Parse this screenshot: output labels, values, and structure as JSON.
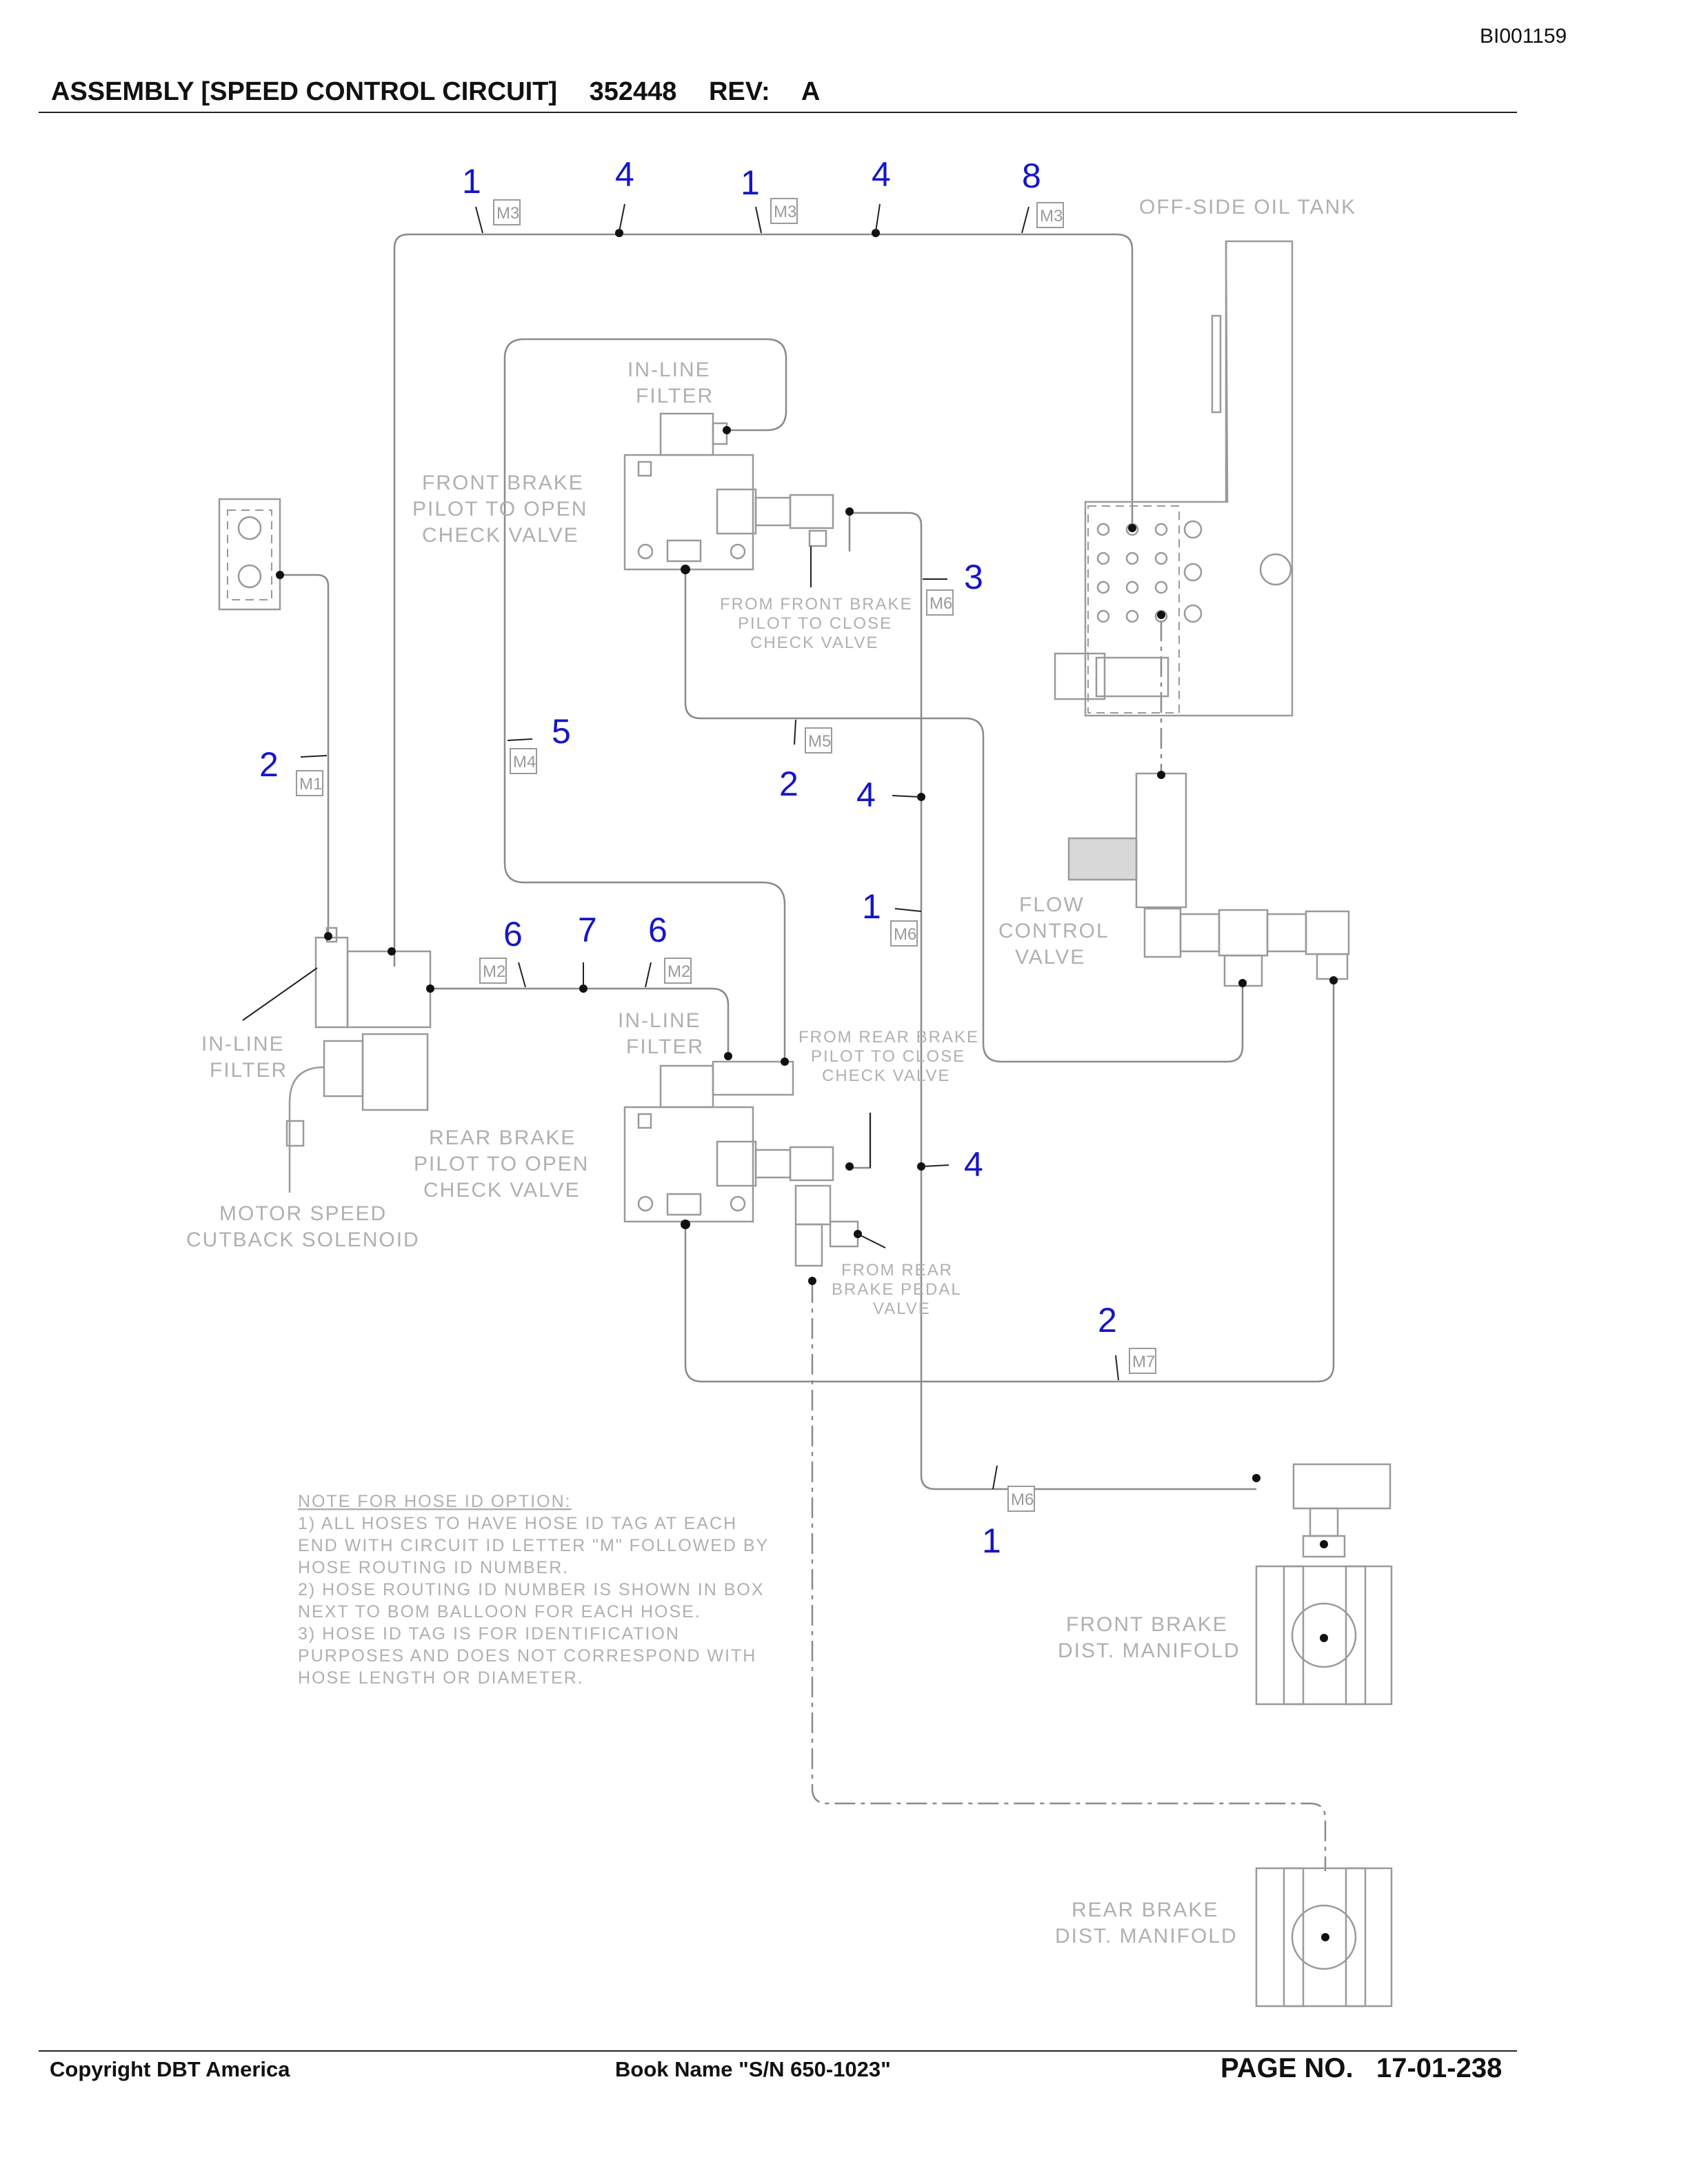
{
  "header": {
    "doc_id": "BI001159",
    "title": "ASSEMBLY [SPEED CONTROL CIRCUIT]",
    "part_number": "352448",
    "rev_label": "REV:",
    "rev_value": "A"
  },
  "footer": {
    "copyright": "Copyright DBT America",
    "book_name": "Book Name \"S/N 650-1023\"",
    "page_label": "PAGE NO.",
    "page_value": "17-01-238"
  },
  "component_labels": {
    "oil_tank": "OFF-SIDE OIL TANK",
    "filter_top": [
      "IN-LINE",
      "FILTER"
    ],
    "front_brake_pilot_open": [
      "FRONT BRAKE",
      "PILOT TO OPEN",
      "CHECK VALVE"
    ],
    "from_front_brake_pilot_close": [
      "FROM FRONT BRAKE",
      "PILOT TO CLOSE",
      "CHECK VALVE"
    ],
    "flow_control_valve": [
      "FLOW",
      "CONTROL",
      "VALVE"
    ],
    "filter_left": [
      "IN-LINE",
      "FILTER"
    ],
    "filter_mid": [
      "IN-LINE",
      "FILTER"
    ],
    "from_rear_brake_pilot_close": [
      "FROM REAR BRAKE",
      "PILOT TO CLOSE",
      "CHECK VALVE"
    ],
    "rear_brake_pilot_open": [
      "REAR BRAKE",
      "PILOT TO OPEN",
      "CHECK VALVE"
    ],
    "motor_speed_solenoid": [
      "MOTOR SPEED",
      "CUTBACK SOLENOID"
    ],
    "from_rear_brake_pedal": [
      "FROM REAR",
      "BRAKE PEDAL",
      "VALVE"
    ],
    "front_brake_manifold": [
      "FRONT BRAKE",
      "DIST. MANIFOLD"
    ],
    "rear_brake_manifold": [
      "REAR BRAKE",
      "DIST. MANIFOLD"
    ]
  },
  "notes": {
    "heading": "NOTE FOR HOSE ID OPTION:",
    "lines": [
      "1) ALL HOSES TO HAVE HOSE ID TAG AT EACH",
      "END WITH CIRCUIT ID LETTER \"M\" FOLLOWED BY",
      "HOSE ROUTING ID NUMBER.",
      "2) HOSE ROUTING ID NUMBER IS SHOWN IN BOX",
      "NEXT TO BOM BALLOON FOR EACH HOSE.",
      "3) HOSE ID TAG IS FOR IDENTIFICATION",
      "PURPOSES AND DOES NOT CORRESPOND WITH",
      "HOSE LENGTH OR DIAMETER."
    ]
  },
  "balloons": [
    "1",
    "4",
    "1",
    "4",
    "8",
    "3",
    "5",
    "2",
    "2",
    "4",
    "1",
    "6",
    "7",
    "6",
    "4",
    "2",
    "1"
  ],
  "hose_tags": [
    "M3",
    "M3",
    "M3",
    "M6",
    "M4",
    "M5",
    "M1",
    "M6",
    "M2",
    "M2",
    "M7",
    "M6"
  ],
  "colors": {
    "balloon": "#1515c8",
    "linework": "#8a8a8a",
    "label": "#b0b0b0",
    "text": "#111111"
  }
}
